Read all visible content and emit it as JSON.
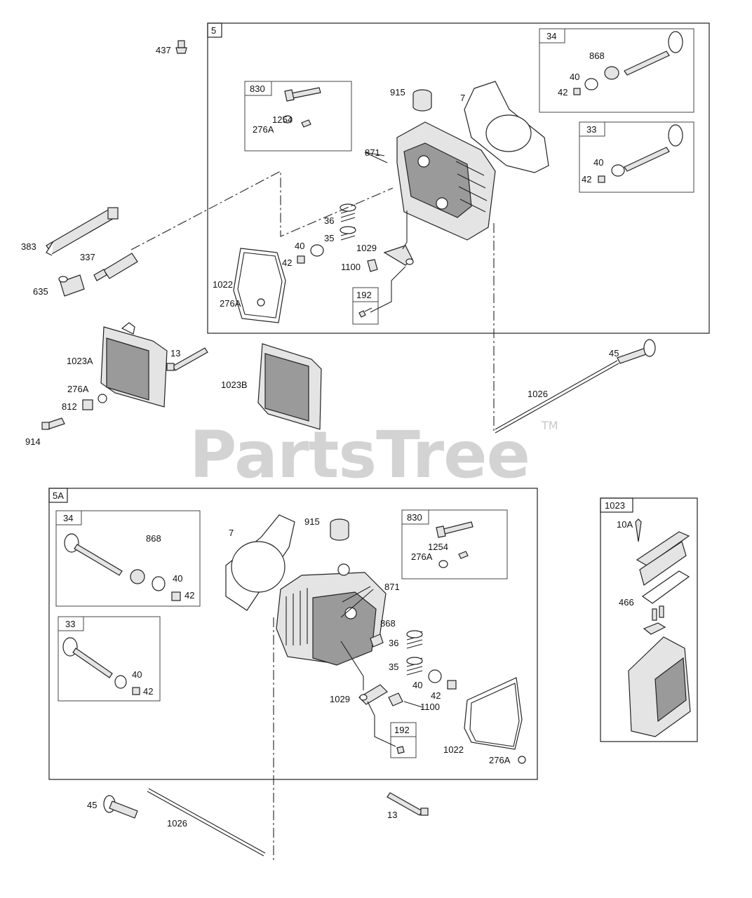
{
  "watermark": {
    "brand": "PartsTree",
    "trademark": "TM"
  },
  "groups": {
    "g5": "5",
    "g5a": "5A",
    "g830a": "830",
    "g830b": "830",
    "g34a": "34",
    "g34b": "34",
    "g33a": "33",
    "g33b": "33",
    "g192a": "192",
    "g192b": "192",
    "g1023": "1023"
  },
  "labels": {
    "l437": "437",
    "l383": "383",
    "l337": "337",
    "l635": "635",
    "l915a": "915",
    "l7a": "7",
    "l1254a": "1254",
    "l276Aa": "276A",
    "l871a": "871",
    "l868a": "868",
    "l40a": "40",
    "l42a": "42",
    "l40b": "40",
    "l42b": "42",
    "l36a": "36",
    "l35a": "35",
    "l40c": "40",
    "l42c": "42",
    "l1029a": "1029",
    "l1100a": "1100",
    "l1022a": "1022",
    "l276Ab": "276A",
    "l1023A": "1023A",
    "l13a": "13",
    "l276Ac": "276A",
    "l812": "812",
    "l914": "914",
    "l1023B": "1023B",
    "l45a": "45",
    "l1026a": "1026",
    "l7b": "7",
    "l915b": "915",
    "l1254b": "1254",
    "l276Ad": "276A",
    "l868b": "868",
    "l40d": "40",
    "l42d": "42",
    "l40e": "40",
    "l42e": "42",
    "l871b": "871",
    "l868c": "868",
    "l36b": "36",
    "l35b": "35",
    "l40f": "40",
    "l42f": "42",
    "l1029b": "1029",
    "l1100b": "1100",
    "l1022b": "1022",
    "l276Ae": "276A",
    "l10A": "10A",
    "l466": "466",
    "l45b": "45",
    "l1026b": "1026",
    "l13b": "13"
  },
  "colors": {
    "ink": "#222222",
    "part_fill": "#e4e4e4",
    "watermark": "#d3d3d3"
  }
}
